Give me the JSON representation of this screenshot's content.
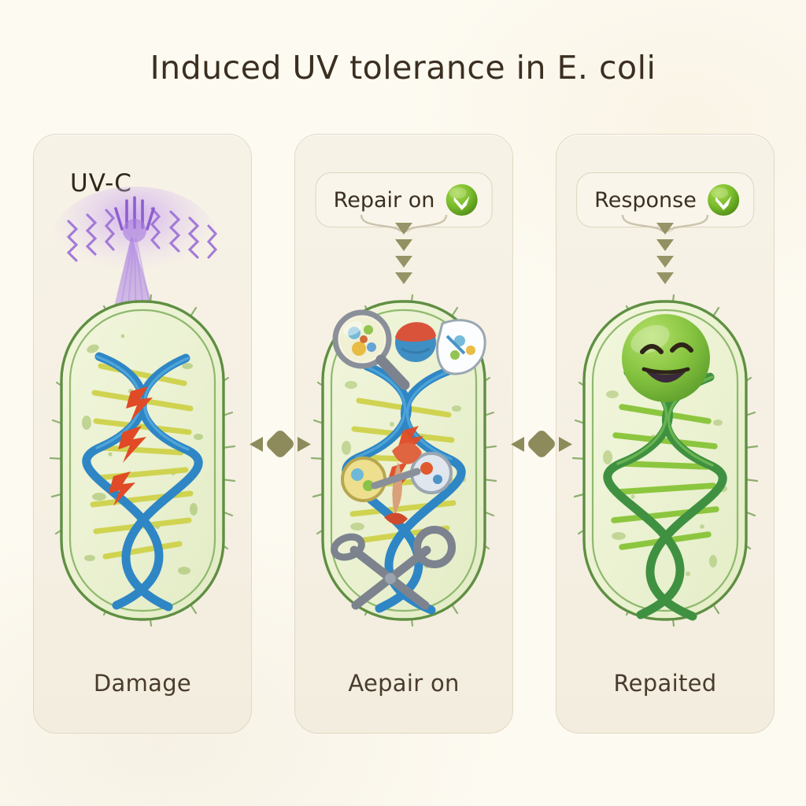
{
  "page": {
    "title": "Induced UV tolerance in E. coli",
    "background_color": "#fdfaf1",
    "title_color": "#3b2f21"
  },
  "theme": {
    "panel_fill": "#f7f2e6",
    "panel_border": "#e0d8c4",
    "cell_wall": "#5f8f42",
    "cytoplasm": "#eef3d6",
    "dna_damaged_backbone": "#2f86c5",
    "dna_rung_yellow": "#d8d24f",
    "dna_repaired": "#4f9b3f",
    "damage_mark": "#e04a26",
    "uv_ray": "#a97ede",
    "badge_green": "#76b82a",
    "connector": "#8d8b5c",
    "caption_color": "#4a3c2c"
  },
  "panels": [
    {
      "id": "damage",
      "caption": "Damage",
      "overlay_label": "UV-C",
      "overlay_icon": "uv-radiation-icon",
      "cell_state": "damaged",
      "dna_color_mode": "blue-yellow",
      "damage_marks": 3,
      "has_uv_beam": true,
      "has_bubble": false
    },
    {
      "id": "repair",
      "caption": "Aepair on",
      "bubble": {
        "label": "Repair on",
        "badge_icon": "green-chevron-down-badge",
        "chevron_count": 4
      },
      "cell_state": "repairing",
      "dna_color_mode": "blue-yellow",
      "damage_marks": 2,
      "tools": [
        "magnifying-glass-icon",
        "enzyme-blob-icon",
        "shield-patch-icon",
        "scissors-icon",
        "repair-enzyme-icon"
      ],
      "has_uv_beam": false,
      "has_bubble": true
    },
    {
      "id": "repaired",
      "caption": "Repaited",
      "bubble": {
        "label": "Response",
        "badge_icon": "green-chevron-down-badge",
        "chevron_count": 4
      },
      "cell_state": "healthy",
      "dna_color_mode": "green",
      "damage_marks": 0,
      "has_smiley": true,
      "has_uv_beam": false,
      "has_bubble": true
    }
  ],
  "connectors": [
    {
      "id": "connector-1",
      "style": "left-arrow diamond right-arrow"
    },
    {
      "id": "connector-2",
      "style": "left-arrow diamond right-arrow"
    }
  ]
}
